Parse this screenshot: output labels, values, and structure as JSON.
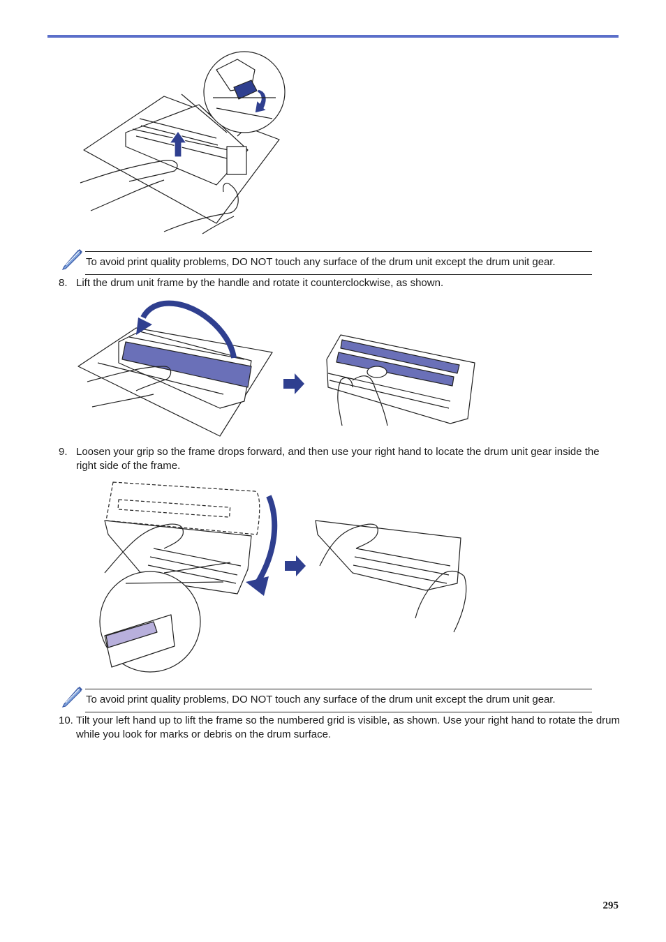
{
  "note_1": {
    "icon": "pencil-icon",
    "text": "To avoid print quality problems, DO NOT touch any surface of the drum unit except the drum unit gear."
  },
  "step_8": {
    "number": "8.",
    "text": "Lift the drum unit frame by the handle and rotate it counterclockwise, as shown."
  },
  "step_9": {
    "number": "9.",
    "text": "Loosen your grip so the frame drops forward, and then use your right hand to locate the drum unit gear inside the right side of the frame."
  },
  "note_2": {
    "icon": "pencil-icon",
    "text": "To avoid print quality problems, DO NOT touch any surface of the drum unit except the drum unit gear."
  },
  "step_10": {
    "number": "10.",
    "text": "Tilt your left hand up to lift the frame so the numbered grid is visible, as shown. Use your right hand to rotate the drum while you look for marks or debris on the drum surface."
  },
  "page_number": "295",
  "colors": {
    "accent_rule": "#5b6fc9",
    "illustration_blue": "#2f3f8f",
    "drum_highlight": "#6a70b8"
  }
}
